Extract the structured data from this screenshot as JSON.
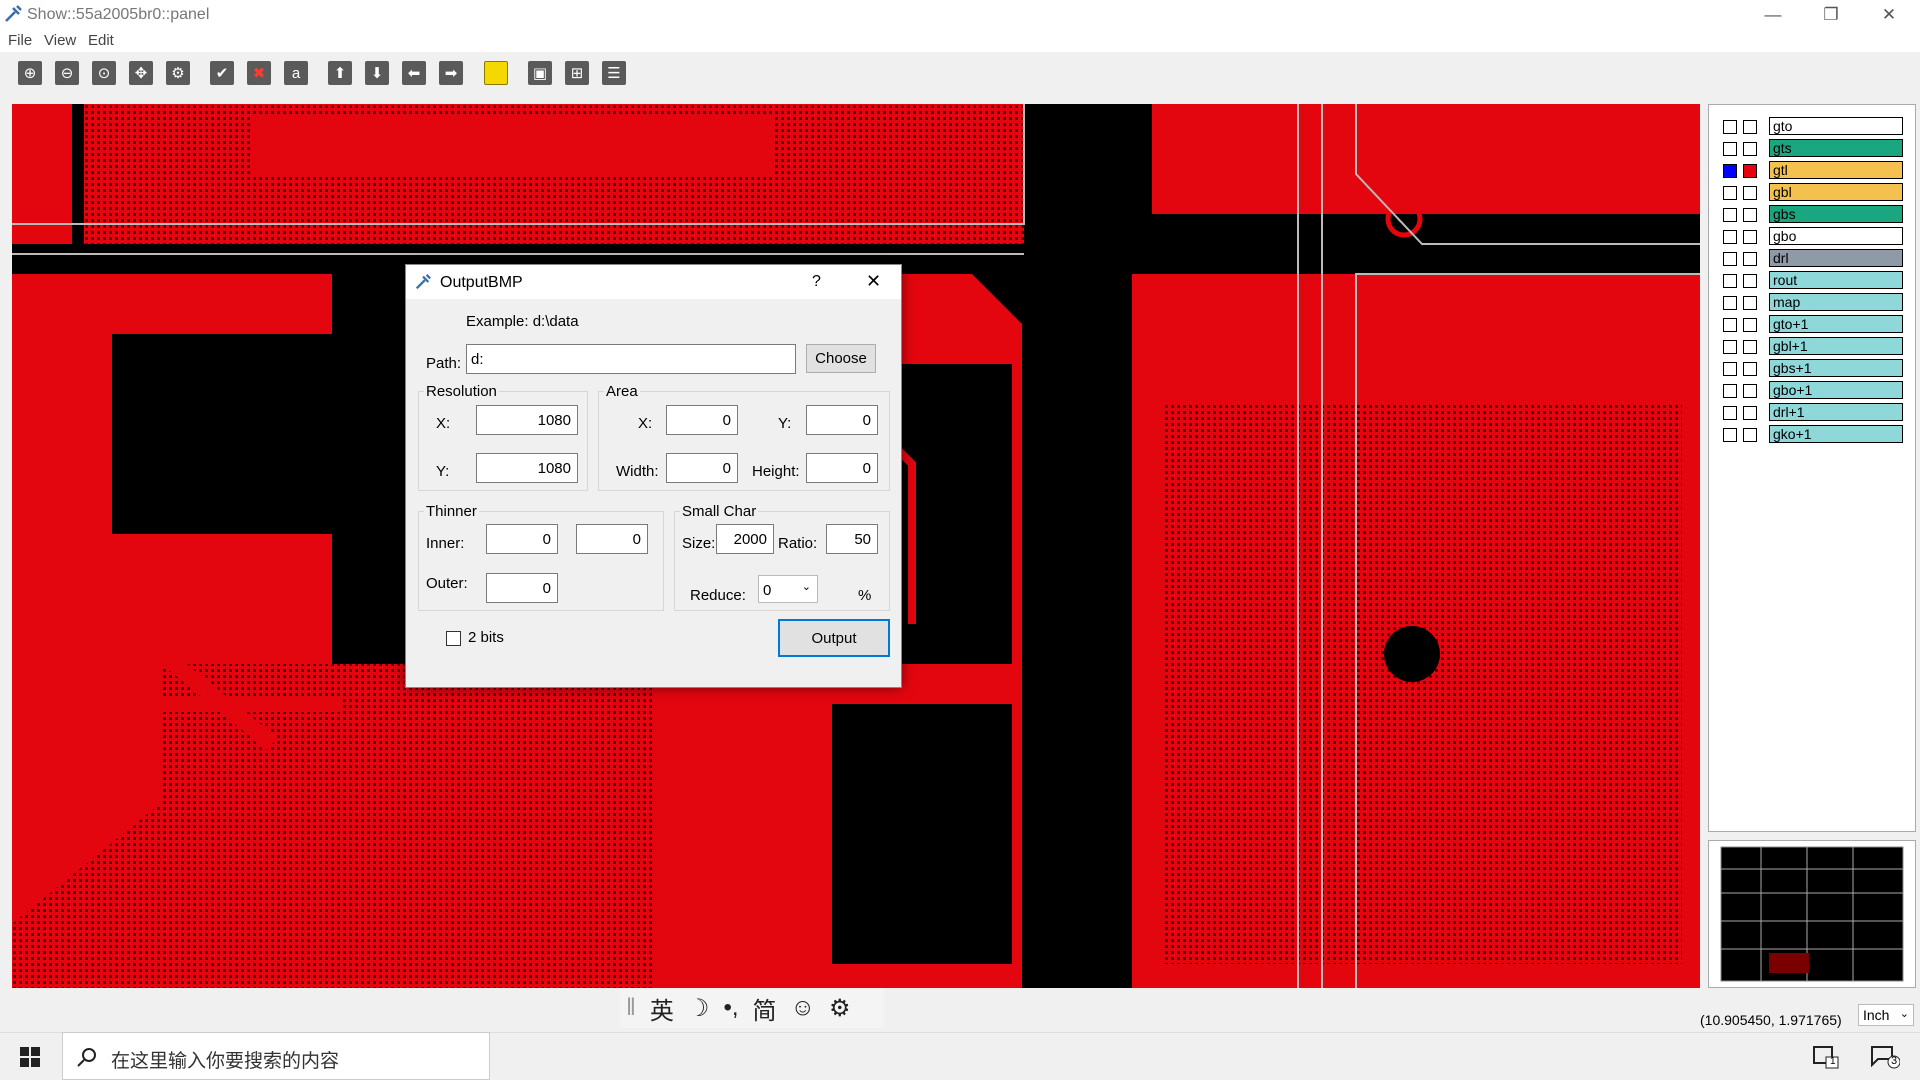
{
  "window": {
    "title": "Show::55a2005br0::panel",
    "controls": {
      "minimize": "—",
      "restore": "❐",
      "close": "✕"
    }
  },
  "menu": [
    "File",
    "View",
    "Edit"
  ],
  "toolbar": {
    "buttons": [
      {
        "name": "zoom-in-icon",
        "glyph": "⊕"
      },
      {
        "name": "zoom-out-icon",
        "glyph": "⊖"
      },
      {
        "name": "zoom-fit-icon",
        "glyph": "⊙"
      },
      {
        "name": "pan-icon",
        "glyph": "✥"
      },
      {
        "name": "settings-icon",
        "glyph": "⚙"
      },
      {
        "name": "check-icon",
        "glyph": "✔"
      },
      {
        "name": "delete-icon",
        "glyph": "✖"
      },
      {
        "name": "text-icon",
        "glyph": "a"
      },
      {
        "name": "arrow-up-icon",
        "glyph": "⬆"
      },
      {
        "name": "arrow-down-icon",
        "glyph": "⬇"
      },
      {
        "name": "arrow-left-icon",
        "glyph": "⬅"
      },
      {
        "name": "arrow-right-icon",
        "glyph": "➡"
      },
      {
        "name": "highlight-icon",
        "glyph": ""
      },
      {
        "name": "single-view-icon",
        "glyph": "▣"
      },
      {
        "name": "grid-view-icon",
        "glyph": "⊞"
      },
      {
        "name": "list-view-icon",
        "glyph": "☰"
      }
    ]
  },
  "colors": {
    "copper": "#e4060f",
    "board_bg": "#000000",
    "accent_blue": "#0000ff"
  },
  "layers": [
    {
      "name": "gto",
      "color": "#ffffff",
      "checked": false,
      "swatch": "#ffffff"
    },
    {
      "name": "gts",
      "color": "#1aa67e",
      "checked": false,
      "swatch": "#ffffff"
    },
    {
      "name": "gtl",
      "color": "#f4c14e",
      "checked": true,
      "swatch": "#e8000d"
    },
    {
      "name": "gbl",
      "color": "#f4c14e",
      "checked": false,
      "swatch": "#ffffff"
    },
    {
      "name": "gbs",
      "color": "#1aa67e",
      "checked": false,
      "swatch": "#ffffff"
    },
    {
      "name": "gbo",
      "color": "#ffffff",
      "checked": false,
      "swatch": "#ffffff"
    },
    {
      "name": "drl",
      "color": "#8e9aa6",
      "checked": false,
      "swatch": "#ffffff"
    },
    {
      "name": "rout",
      "color": "#8ed8da",
      "checked": false,
      "swatch": "#ffffff"
    },
    {
      "name": "map",
      "color": "#8ed8da",
      "checked": false,
      "swatch": "#ffffff"
    },
    {
      "name": "gto+1",
      "color": "#8ed8da",
      "checked": false,
      "swatch": "#ffffff"
    },
    {
      "name": "gbl+1",
      "color": "#8ed8da",
      "checked": false,
      "swatch": "#ffffff"
    },
    {
      "name": "gbs+1",
      "color": "#8ed8da",
      "checked": false,
      "swatch": "#ffffff"
    },
    {
      "name": "gbo+1",
      "color": "#8ed8da",
      "checked": false,
      "swatch": "#ffffff"
    },
    {
      "name": "drl+1",
      "color": "#8ed8da",
      "checked": false,
      "swatch": "#ffffff"
    },
    {
      "name": "gko+1",
      "color": "#8ed8da",
      "checked": false,
      "swatch": "#ffffff"
    }
  ],
  "status": {
    "coords": "(10.905450, 1.971765)",
    "unit": "Inch"
  },
  "ime": [
    "英",
    "☽",
    "•,",
    "简",
    "☺",
    "⚙"
  ],
  "taskbar": {
    "search_placeholder": "在这里输入你要搜索的内容",
    "notif1": "1",
    "notif2": "3"
  },
  "dialog": {
    "title": "OutputBMP",
    "help": "?",
    "close": "✕",
    "example": "Example: d:\\data",
    "path_label": "Path:",
    "path_value": "d:",
    "choose": "Choose",
    "resolution": {
      "label": "Resolution",
      "x_label": "X:",
      "x": "1080",
      "y_label": "Y:",
      "y": "1080"
    },
    "area": {
      "label": "Area",
      "x_label": "X:",
      "x": "0",
      "y_label": "Y:",
      "y": "0",
      "w_label": "Width:",
      "w": "0",
      "h_label": "Height:",
      "h": "0"
    },
    "thinner": {
      "label": "Thinner",
      "inner_label": "Inner:",
      "inner1": "0",
      "inner2": "0",
      "outer_label": "Outer:",
      "outer": "0"
    },
    "smallchar": {
      "label": "Small Char",
      "size_label": "Size:",
      "size": "2000",
      "ratio_label": "Ratio:",
      "ratio": "50",
      "reduce_label": "Reduce:",
      "reduce": "0",
      "pct": "%"
    },
    "twobits": "2 bits",
    "output": "Output"
  }
}
